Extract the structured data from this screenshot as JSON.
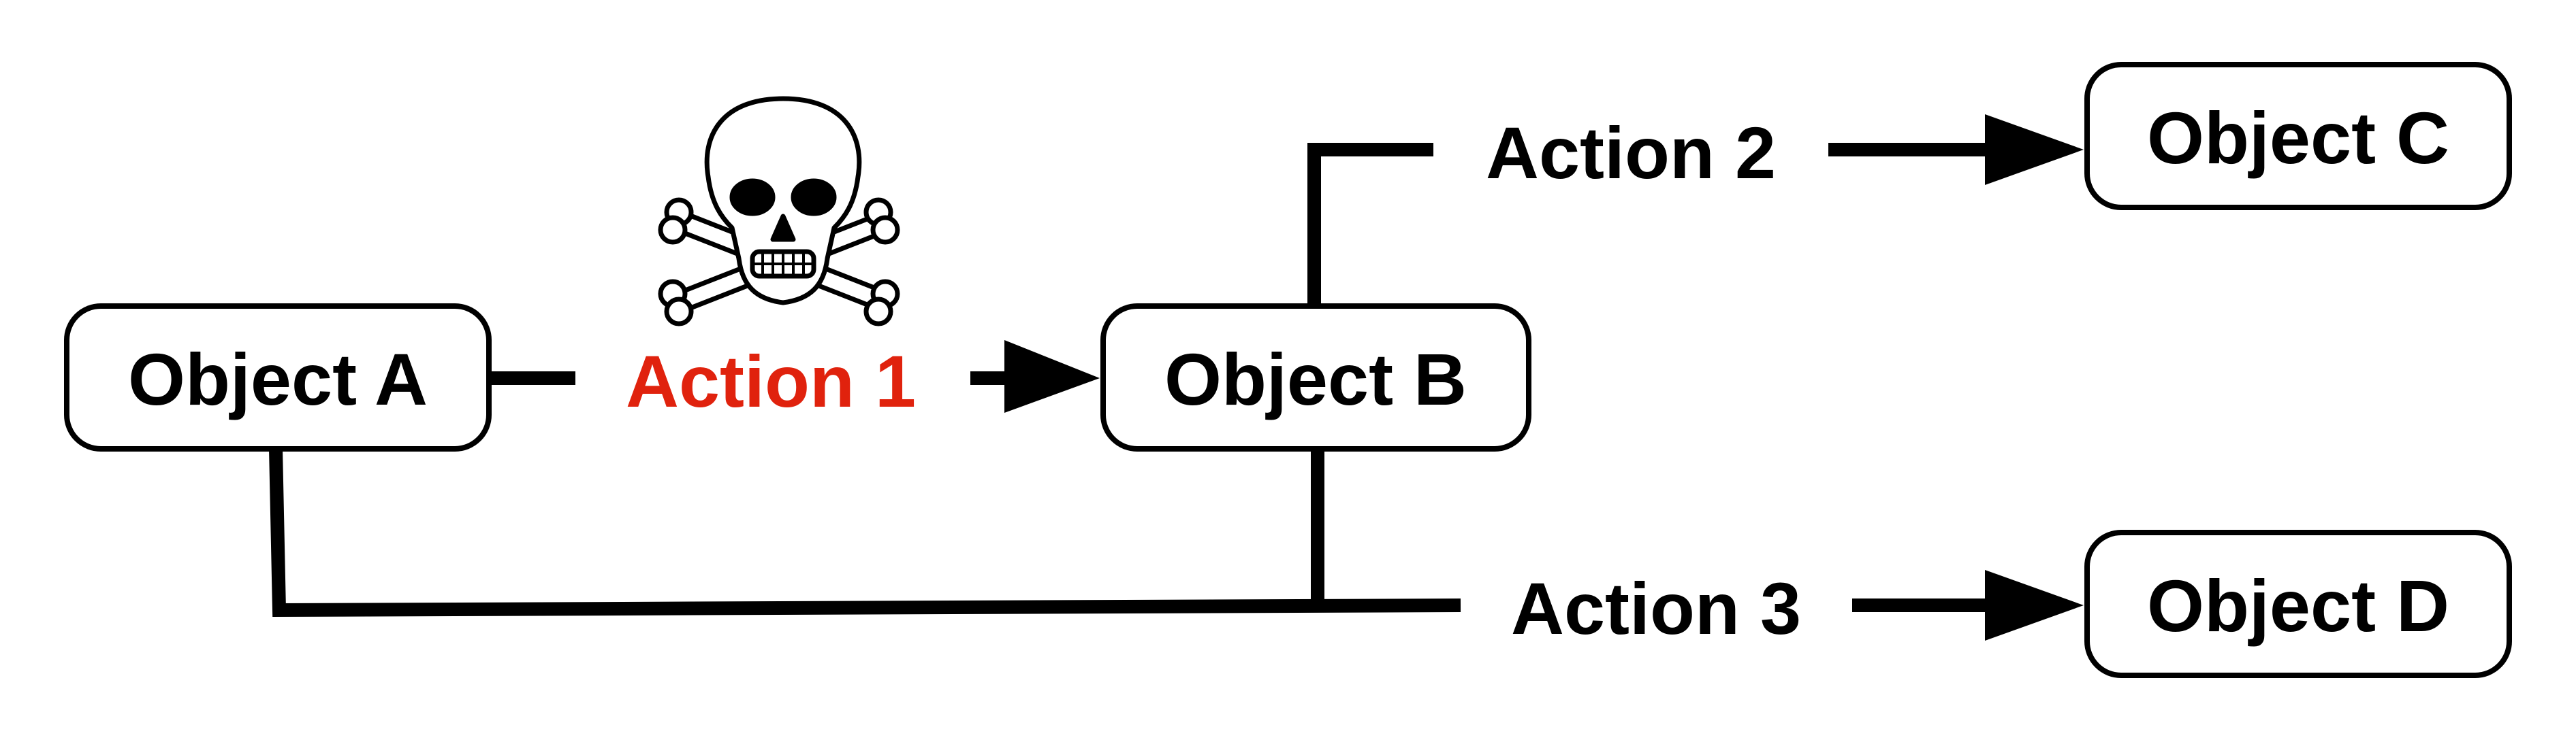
{
  "colors": {
    "line": "#000000",
    "node_fill": "#ffffff",
    "node_stroke": "#000000",
    "danger_action": "#e0220d",
    "text": "#000000"
  },
  "nodes": {
    "a": {
      "label": "Object A"
    },
    "b": {
      "label": "Object B"
    },
    "c": {
      "label": "Object C"
    },
    "d": {
      "label": "Object D"
    }
  },
  "actions": {
    "action1": {
      "label": "Action 1",
      "marker_icon": "skull-and-crossbones-icon"
    },
    "action2": {
      "label": "Action 2"
    },
    "action3": {
      "label": "Action 3"
    }
  }
}
